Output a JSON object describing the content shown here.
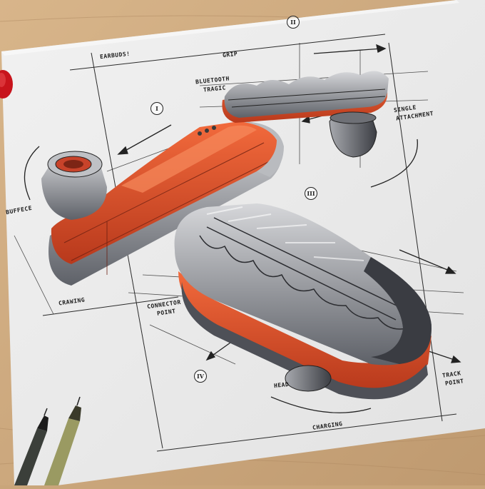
{
  "colors": {
    "table_wood": "#c9a57a",
    "paper": "#ebebeb",
    "accent_orange": "#e2542b",
    "dark_orange": "#a9331a",
    "marker_gray": "#8a8e95",
    "ink": "#1c1c1c"
  },
  "labels": {
    "earbuds": "EARBUDS!",
    "grip": "GRIP",
    "bluetooth": "BLUETOOTH",
    "tragic": "TRAGIC",
    "single_attachment": "SINGLE",
    "attachment": "ATTACHMENT",
    "buffece": "BUFFECE",
    "drawing": "CRAWING",
    "connector": "CONNECTOR",
    "point": "POINT",
    "head": "HEAD",
    "track_point_1": "TRACK",
    "track_point_2": "POINT",
    "charging": "CHARGING"
  },
  "section_numbers": {
    "one": "I",
    "two": "II",
    "three": "III",
    "four": "IV"
  },
  "props": {
    "pen_icons": [
      "fineliner-pen-icon",
      "fineliner-pen-icon"
    ],
    "cap_icon": "red-marker-cap-icon"
  }
}
